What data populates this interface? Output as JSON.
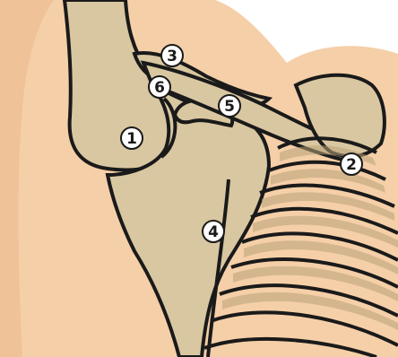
{
  "diagram": {
    "labels": [
      {
        "id": "1",
        "text": "1"
      },
      {
        "id": "2",
        "text": "2"
      },
      {
        "id": "3",
        "text": "3"
      },
      {
        "id": "4",
        "text": "4"
      },
      {
        "id": "5",
        "text": "5"
      },
      {
        "id": "6",
        "text": "6"
      }
    ]
  },
  "colors": {
    "skin": "#f5cfa8",
    "bone": "#d9c7a1",
    "bone_dark": "#b9a277",
    "outline": "#1a1a1a",
    "label_fill": "#ffffff"
  }
}
